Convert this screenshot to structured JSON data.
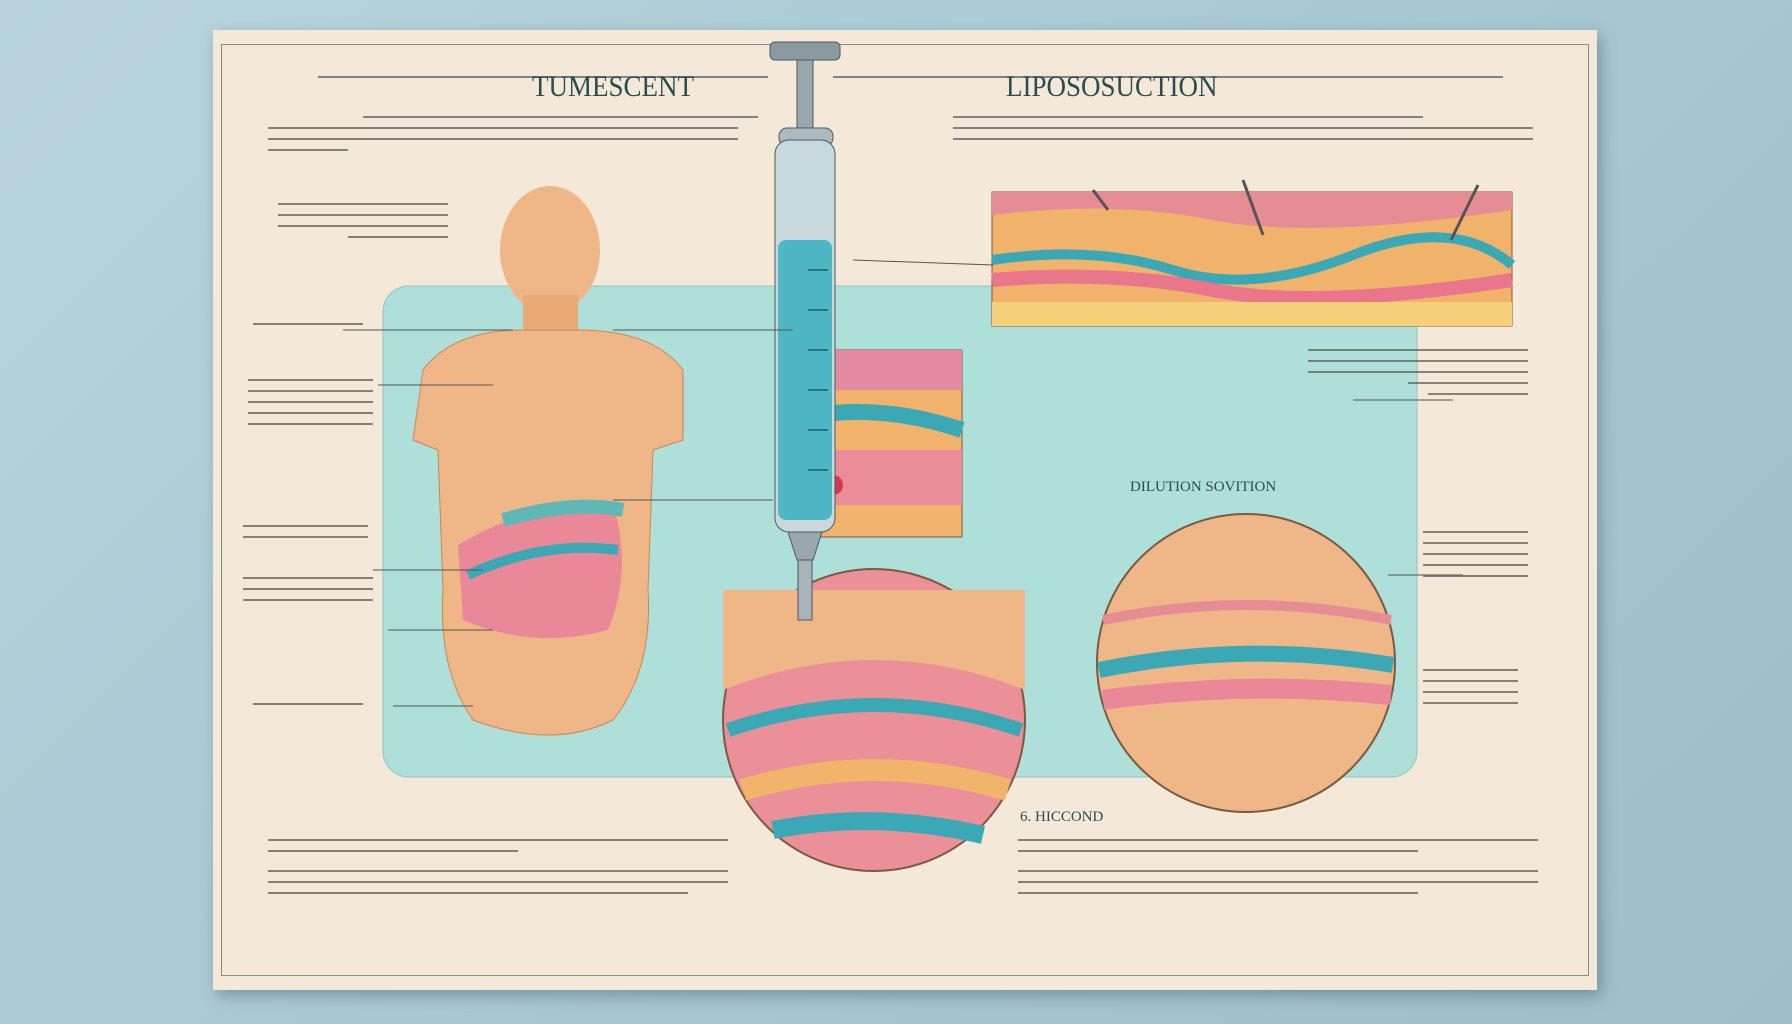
{
  "poster": {
    "title_left": "TUMESCENT",
    "title_right": "LIPOSOSUCTION",
    "label_solution": "DILUTION SOVITION",
    "label_bottom_right": "6. HICCOND"
  },
  "colors": {
    "paper": "#f4e8d8",
    "teal_panel": "#aee0d9",
    "skin": "#efb787",
    "fluid": "#4fb6c4",
    "title_ink": "#2c4c50"
  }
}
